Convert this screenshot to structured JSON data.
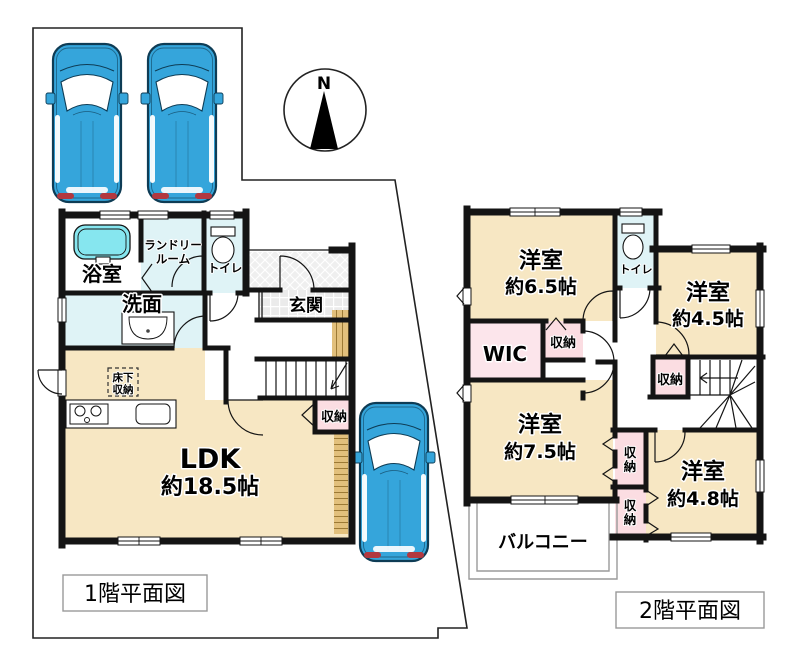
{
  "compass": {
    "north": "N"
  },
  "floor1": {
    "caption": "1階平面図",
    "rooms": {
      "bath": "浴室",
      "laundry1": "ランドリー",
      "laundry2": "ルーム",
      "toilet": "トイレ",
      "entrance": "玄関",
      "washroom": "洗面",
      "ldk1": "LDK",
      "ldk2": "約18.5帖",
      "underfloor1": "床下",
      "underfloor2": "収納",
      "storage": "収納"
    }
  },
  "floor2": {
    "caption": "2階平面図",
    "rooms": {
      "bedroom_a1": "洋室",
      "bedroom_a2": "約6.5帖",
      "bedroom_b1": "洋室",
      "bedroom_b2": "約4.5帖",
      "bedroom_c1": "洋室",
      "bedroom_c2": "約7.5帖",
      "bedroom_d1": "洋室",
      "bedroom_d2": "約4.8帖",
      "toilet": "トイレ",
      "wic": "WIC",
      "storage_hall": "収納",
      "storage_side": "収納",
      "storage_v1a": "収",
      "storage_v1b": "納",
      "storage_v2a": "収",
      "storage_v2b": "納",
      "balcony": "バルコニー"
    }
  },
  "colors": {
    "room_floor": "#F7E7C3",
    "water_rooms": "#DFF3F6",
    "bathtub": "#86E6EF",
    "wic": "#FCE5EB",
    "storage": "#FBDDE2",
    "wood": "#E2C07C",
    "wall": "#141414",
    "car_body": "#35A5DB",
    "car_tail": "#B23840"
  }
}
